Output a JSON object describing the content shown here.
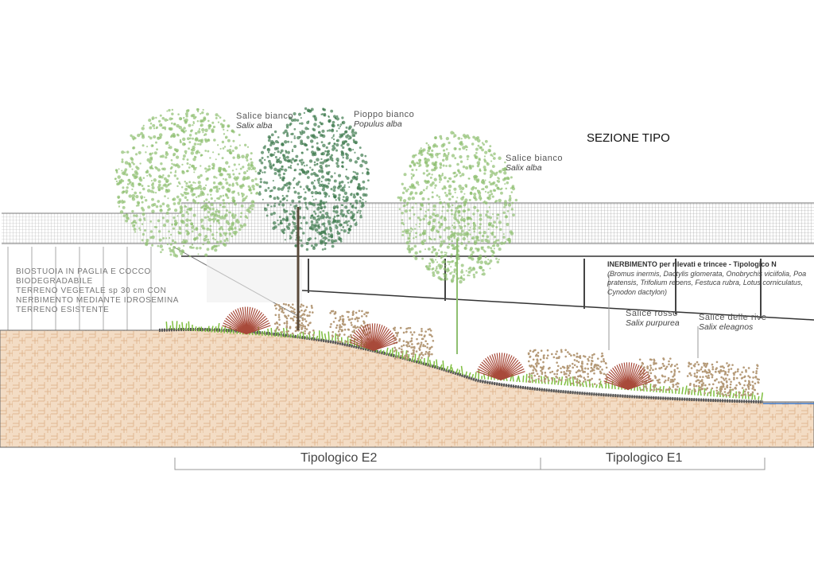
{
  "title": "SEZIONE TIPO",
  "trees": [
    {
      "common": "Salice bianco",
      "latin": "Salix alba"
    },
    {
      "common": "Pioppo bianco",
      "latin": "Populus alba"
    },
    {
      "common": "Salice bianco",
      "latin": "Salix alba"
    }
  ],
  "shrubs": [
    {
      "common": "Salice rosso",
      "latin": "Salix purpurea"
    },
    {
      "common": "Salice delle rive",
      "latin": "Salix eleagnos"
    }
  ],
  "legend": [
    "BIOSTUOIA IN PAGLIA E COCCO",
    "BIODEGRADABILE",
    "TERRENO VEGETALE sp 30 cm CON",
    "NERBIMENTO MEDIANTE IDROSEMINA",
    "TERRENO ESISTENTE"
  ],
  "inerbimento": {
    "heading": "INERBIMENTO per rilevati e trincee - Tipologico N",
    "species": "(Bromus inermis, Dactylis glomerata, Onobrychis viciifolia, Poa pratensis, Trifolium repens, Festuca rubra, Lotus corniculatus, Cynodon dactylon)"
  },
  "typologies": [
    "Tipologico E2",
    "Tipologico E1"
  ],
  "colors": {
    "soil": "#f1d7bd",
    "grass": "#7fbf3f",
    "tree_light": "#8fbf70",
    "tree_dark": "#3f7a4f",
    "shrub": "#b59a78",
    "red_shrub": "#a84a3a",
    "water": "#3a7ad0"
  }
}
